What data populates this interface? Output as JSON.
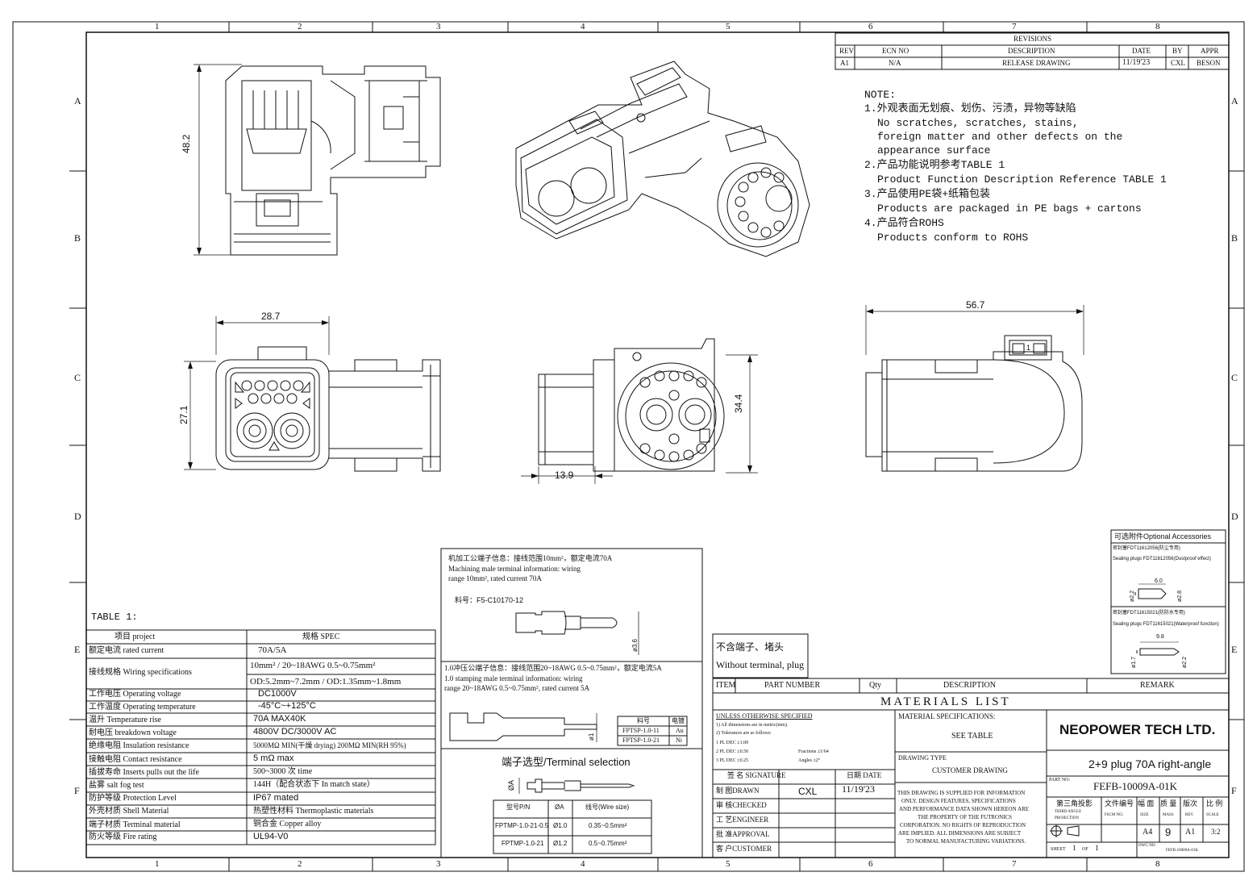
{
  "border": {
    "cols": [
      "1",
      "2",
      "3",
      "4",
      "5",
      "6",
      "7",
      "8"
    ],
    "rows": [
      "A",
      "B",
      "C",
      "D",
      "E",
      "F"
    ]
  },
  "revisions": {
    "title": "REVISIONS",
    "headers": [
      "REV",
      "ECN NO",
      "DESCRIPTION",
      "DATE",
      "BY",
      "APPR"
    ],
    "row": [
      "A1",
      "N/A",
      "RELEASE DRAWING",
      "11/19'23",
      "CXL",
      "BESON"
    ]
  },
  "notes": [
    "NOTE:",
    "1.外观表面无划痕、划伤、污渍，异物等缺陷",
    "No scratches, scratches, stains,",
    "foreign matter and other defects on the",
    "appearance surface",
    "2.产品功能说明参考TABLE 1",
    "Product Function Description Reference TABLE 1",
    "3.产品使用PE袋+纸箱包装",
    "Products are packaged in PE bags + cartons",
    "4.产品符合ROHS",
    "Products conform to ROHS"
  ],
  "dims": {
    "side_height": "48.2",
    "front_width": "28.7",
    "front_height": "27.1",
    "rear_height": "34.4",
    "rear_depth": "13.9",
    "top_width": "56.7",
    "latch_mark": "1"
  },
  "table1": {
    "title": "TABLE 1:",
    "headers": [
      "项目 project",
      "规格 SPEC"
    ],
    "rows": [
      [
        "额定电流 rated current",
        "70A/5A"
      ],
      [
        "接线规格 Wiring specifications",
        "10mm² / 20~18AWG 0.5~0.75mm²"
      ],
      [
        "",
        "OD:5.2mm~7.2mm / OD:1.35mm~1.8mm"
      ],
      [
        "工作电压 Operating voltage",
        "DC1000V"
      ],
      [
        "工作温度 Operating temperature",
        "-45°C~+125°C"
      ],
      [
        "温升 Temperature rise",
        "70A MAX40K"
      ],
      [
        "耐电压 breakdown voltage",
        "4800V DC/3000V AC"
      ],
      [
        "绝缘电阻 Insulation resistance",
        "5000MΩ MIN(干燥 drying) 200MΩ MIN(RH 95%)"
      ],
      [
        "接触电阻 Contact resistance",
        "5 mΩ max"
      ],
      [
        "插拔寿命 Inserts pulls out the life",
        "500~3000 次 time"
      ],
      [
        "盐雾 salt fog test",
        "144H（配合状态下 In match state）"
      ],
      [
        "防护等级 Protection Level",
        "IP67 mated"
      ],
      [
        "外壳材质 Shell Material",
        "热塑性材料 Thermoplastic materials"
      ],
      [
        "端子材质 Terminal material",
        "铜合金 Copper alloy"
      ],
      [
        "防火等级 Fire rating",
        "UL94-V0"
      ]
    ]
  },
  "terminal": {
    "mach_cn": "机加工公端子信息：接线范围10mm²，额定电流70A",
    "mach_en1": "Machining male terminal information: wiring",
    "mach_en2": "range 10mm², rated current 70A",
    "part_label": "料号：F5-C10170-12",
    "mach_dia": "ø3.6",
    "stamp_cn": "1.0冲压公端子信息：接线范围20~18AWG 0.5~0.75mm²，额定电流5A",
    "stamp_en1": "1.0 stamping male terminal information: wiring",
    "stamp_en2": "range 20~18AWG 0.5~0.75mm², rated current 5A",
    "stamp_dia": "ø1",
    "plating_headers": [
      "料号",
      "电镀"
    ],
    "plating_rows": [
      [
        "FPTSP-1.0-11",
        "Au"
      ],
      [
        "FPTSP-1.0-21",
        "Ni"
      ]
    ],
    "sel_title": "端子选型/Terminal selection",
    "sel_dim": "ØA",
    "sel_headers": [
      "型号P/N",
      "ØA",
      "线号(Wire size)"
    ],
    "sel_rows": [
      [
        "FPTMP-1.0-21-0.5",
        "Ø1.0",
        "0.35~0.5mm²"
      ],
      [
        "FPTMP-1.0-21",
        "Ø1.2",
        "0.5~0.75mm²"
      ]
    ]
  },
  "accessories": {
    "title": "可选附件Optional Accessories",
    "a_cn": "密封塞FDT11612056(防尘专用)",
    "a_en": "Sealing plugs FDT11612056(Dustproof effect)",
    "a_dims": [
      "6.0",
      "ø2.2",
      "ø2.8"
    ],
    "b_cn": "密封塞FDT11615021(防防水专用)",
    "b_en": "Sealing plugs FDT11615021(Waterproof function)",
    "b_dims": [
      "9.8",
      "ø1.7",
      "ø2.2"
    ]
  },
  "without_terminal": {
    "cn": "不含端子、堵头",
    "en": "Without terminal, plug"
  },
  "materials": {
    "headers": [
      "ITEM",
      "PART NUMBER",
      "Qty",
      "DESCRIPTION",
      "REMARK"
    ],
    "title": "MATERIALS LIST"
  },
  "title_block": {
    "unless": "UNLESS OTHERWISE SPECIFIED",
    "tol": [
      "1) All dimensions are in metric(mm).",
      "2) Tolerances are as follows:",
      "1 PL DEC ±1.00",
      "2 PL DEC ±0.50",
      "3 PL DEC ±0.25",
      "Fractions ±1/64",
      "Angles ±2°"
    ],
    "mat_spec": "MATERIAL SPECIFICATIONS:",
    "see_table": "SEE TABLE",
    "drawing_type": "DRAWING TYPE",
    "customer_drawing": "CUSTOMER DRAWING",
    "company": "NEOPOWER TECH LTD.",
    "product": "2+9 plug 70A right-angle",
    "part_no_label": "PART NO:",
    "part_no": "FEFB-10009A-01K",
    "sign_header": "签 名 SIGNATURE",
    "date_header": "日期 DATE",
    "rows": [
      [
        "制 图DRAWN",
        "CXL",
        "11/19'23"
      ],
      [
        "审 核CHECKED",
        "",
        ""
      ],
      [
        "工 艺ENGINEER",
        "",
        ""
      ],
      [
        "批 准APPROVAL",
        "",
        ""
      ],
      [
        "客 户CUSTOMER",
        "",
        ""
      ]
    ],
    "disclaimer": [
      "THIS DRAWING IS SUPPLIED FOR INFORMATION",
      "ONLY. DESIGN FEATURES, SPECIFICATIONS",
      "AND PERFORMANCE DATA SHOWN HEREON ARE",
      "THE PROPERTY OF THE FUTRONICS",
      "CORPORATION. NO RIGHTS OF REPRODUCTION",
      "ARE IMPLIED. ALL DIMENSIONS ARE SUBJECT",
      "TO NORMAL MANUFACTURING VARIATIONS."
    ],
    "proj": [
      "第三角投影",
      "THIRD ANGLE",
      "PROJECTION"
    ],
    "fscm": [
      "文件编号",
      "FSCM NO."
    ],
    "size": [
      "幅 面",
      "SIZE"
    ],
    "mass": [
      "质 量",
      "MASS"
    ],
    "rev": [
      "版次",
      "REV."
    ],
    "scale": [
      "比 例",
      "SCALE"
    ],
    "size_val": "A4",
    "mass_val": "9",
    "rev_val": "A1",
    "scale_val": "3:2",
    "sheet": "SHEET",
    "sheet_num": "1",
    "of": "OF",
    "sheet_total": "1",
    "dwg_no": "DWG NO:",
    "dwg_val": "FEFB-10009A-01K"
  }
}
